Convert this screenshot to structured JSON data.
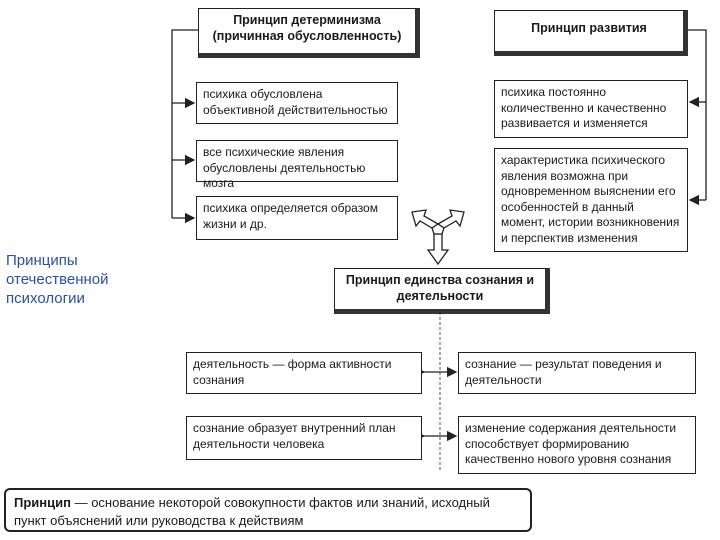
{
  "side_label": "Принципы отечественной психологии",
  "determinism": {
    "title": "Принцип детерминизма (причинная обусловленность)",
    "items": [
      "психика обусловлена объективной действительностью",
      "все психические явления обусловлены деятельностью мозга",
      "психика определяется образом жизни и др."
    ]
  },
  "development": {
    "title": "Принцип развития",
    "items": [
      "психика постоянно количественно и качественно развивается и изменяется",
      "характеристика психического явления возможна при одновременном выяснении его особенностей в данный момент, истории возникновения и перспектив изменения"
    ]
  },
  "unity": {
    "title": "Принцип единства сознания и деятельности",
    "left_items": [
      "деятельность — форма активности сознания",
      "сознание образует внутренний план деятельности человека"
    ],
    "right_items": [
      "сознание — результат поведения и деятельности",
      "изменение содержания деятельности способствует формированию качественно нового уровня сознания"
    ]
  },
  "definition": {
    "term": "Принцип",
    "text": " — основание некоторой совокупности фактов или знаний, исходный пункт объяснений или руководства к действиям"
  }
}
